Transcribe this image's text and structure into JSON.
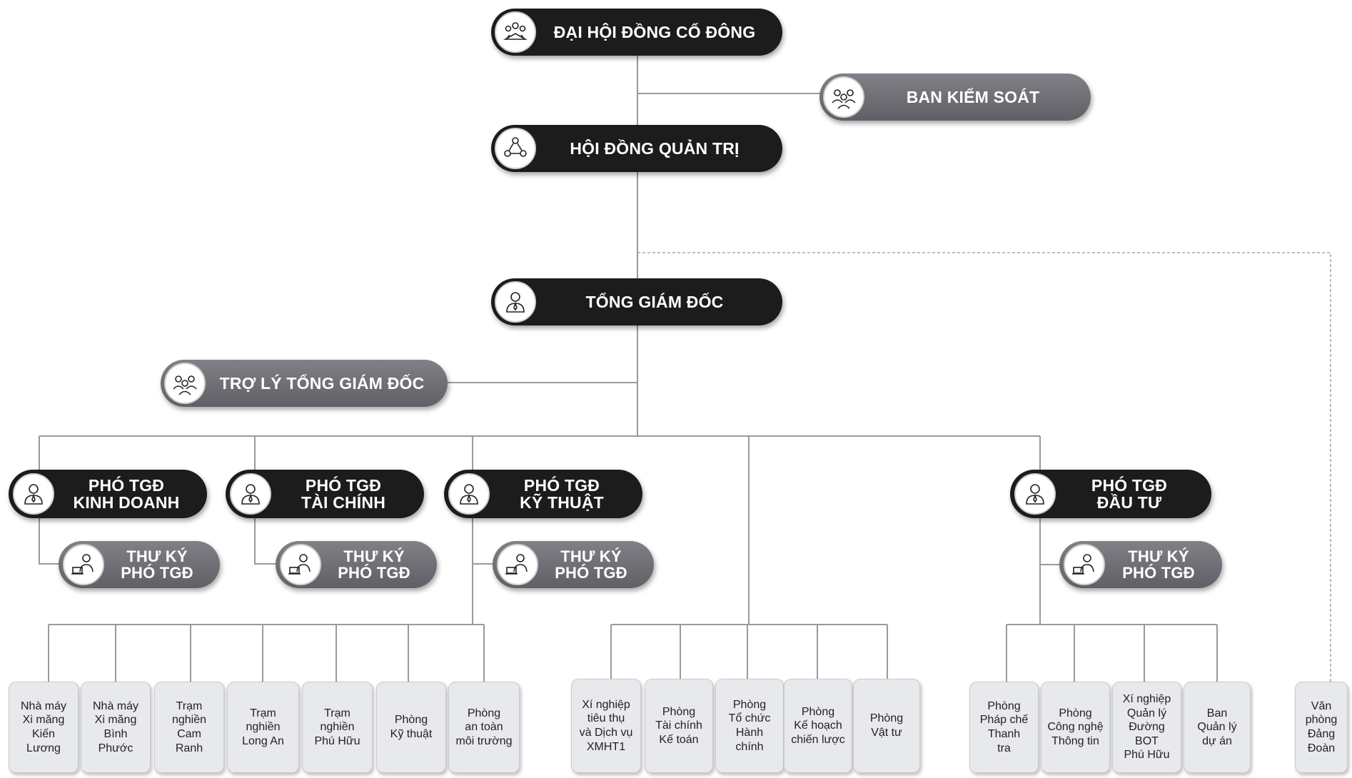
{
  "nodes": {
    "dhdcd": {
      "label": [
        "ĐẠI HỘI ĐỒNG CỔ ĐÔNG"
      ]
    },
    "bks": {
      "label": [
        "BAN KIỂM SOÁT"
      ]
    },
    "hdqt": {
      "label": [
        "HỘI ĐỒNG QUẢN TRỊ"
      ]
    },
    "tgd": {
      "label": [
        "TỔNG GIÁM ĐỐC"
      ]
    },
    "trolytgd": {
      "label": [
        "TRỢ LÝ TỔNG GIÁM ĐỐC"
      ]
    },
    "ptgd_kd": {
      "label": [
        "PHÓ TGĐ",
        "KINH DOANH"
      ]
    },
    "ptgd_tc": {
      "label": [
        "PHÓ TGĐ",
        "TÀI CHÍNH"
      ]
    },
    "ptgd_kt": {
      "label": [
        "PHÓ TGĐ",
        "KỸ THUẬT"
      ]
    },
    "ptgd_dt": {
      "label": [
        "PHÓ TGĐ",
        "ĐẦU TƯ"
      ]
    },
    "tk_kd": {
      "label": [
        "THƯ KÝ",
        "PHÓ TGĐ"
      ]
    },
    "tk_tc": {
      "label": [
        "THƯ KÝ",
        "PHÓ TGĐ"
      ]
    },
    "tk_kt": {
      "label": [
        "THƯ KÝ",
        "PHÓ TGĐ"
      ]
    },
    "tk_dt": {
      "label": [
        "THƯ KÝ",
        "PHÓ TGĐ"
      ]
    }
  },
  "units": {
    "kythuat": [
      [
        "Nhà máy",
        "Xi măng",
        "Kiến",
        "Lương"
      ],
      [
        "Nhà  máy",
        "Xi măng",
        "Bình",
        "Phước"
      ],
      [
        "Trạm",
        "nghiền",
        "Cam",
        "Ranh"
      ],
      [
        "Trạm",
        "nghiền",
        "Long An"
      ],
      [
        "Trạm",
        "nghiền",
        "Phú Hữu"
      ],
      [
        "Phòng",
        "Kỹ thuật"
      ],
      [
        "Phòng",
        "an toàn",
        "môi trường"
      ]
    ],
    "tgd_direct": [
      [
        "Xí nghiệp",
        "tiêu thụ",
        "và Dịch vụ",
        "XMHT1"
      ],
      [
        "Phòng",
        "Tài chính",
        "Kế toán"
      ],
      [
        "Phòng",
        "Tổ chức",
        "Hành",
        "chính"
      ],
      [
        "Phòng",
        "Kế hoạch",
        "chiến lược"
      ],
      [
        "Phòng",
        "Vật tư"
      ]
    ],
    "dautu": [
      [
        "Phòng",
        "Pháp chế",
        "Thanh",
        "tra"
      ],
      [
        "Phòng",
        "Công nghệ",
        "Thông tin"
      ],
      [
        "Xí nghiệp",
        "Quản lý",
        "Đường",
        "BOT",
        "Phú Hữu"
      ],
      [
        "Ban",
        "Quản lý",
        "dự án"
      ]
    ],
    "hdqt_direct": [
      [
        "Văn",
        "phòng",
        "Đảng",
        "Đoàn"
      ]
    ]
  },
  "colors": {
    "dark": "#1c1c1c",
    "gray": "#6f7076",
    "box": "#e8e9ec",
    "line": "#9a9a9a"
  },
  "icons": {
    "dhdcd": "group-meeting-icon",
    "bks": "group-people-icon",
    "hdqt": "board-network-icon",
    "tgd": "person-suit-icon",
    "trolytgd": "group-people-icon",
    "ptgd": "person-suit-icon",
    "thuky": "person-laptop-icon"
  }
}
